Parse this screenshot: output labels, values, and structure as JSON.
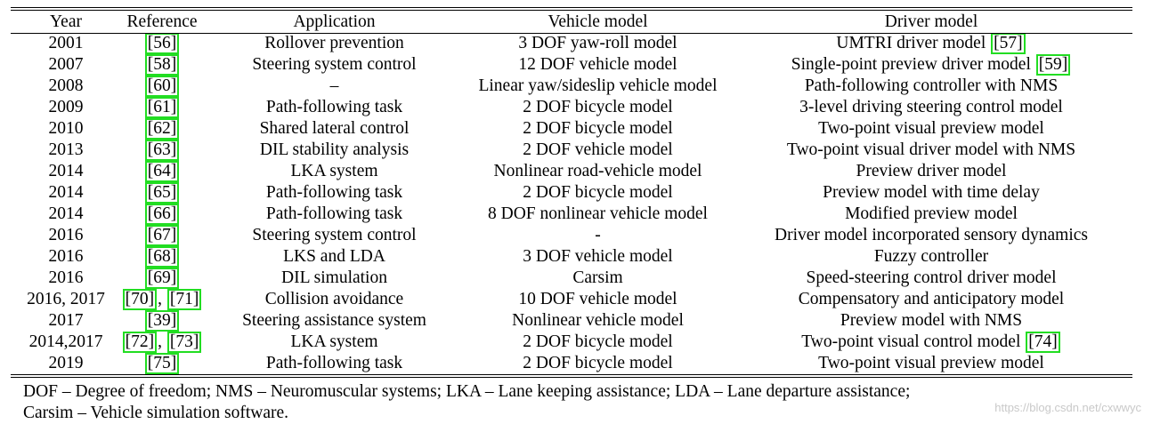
{
  "table": {
    "headers": [
      "Year",
      "Reference",
      "Application",
      "Vehicle model",
      "Driver model"
    ],
    "rows": [
      {
        "year": "2001",
        "refs": [
          "56"
        ],
        "application": "Rollover prevention",
        "vehicle": "3 DOF yaw-roll model",
        "driver": "UMTRI driver model",
        "driver_ref": "57"
      },
      {
        "year": "2007",
        "refs": [
          "58"
        ],
        "application": "Steering system control",
        "vehicle": "12 DOF vehicle model",
        "driver": "Single-point preview driver model",
        "driver_ref": "59"
      },
      {
        "year": "2008",
        "refs": [
          "60"
        ],
        "application": "–",
        "vehicle": "Linear yaw/sideslip vehicle model",
        "driver": "Path-following controller with NMS"
      },
      {
        "year": "2009",
        "refs": [
          "61"
        ],
        "application": "Path-following task",
        "vehicle": "2 DOF bicycle model",
        "driver": "3-level driving steering control model"
      },
      {
        "year": "2010",
        "refs": [
          "62"
        ],
        "application": "Shared lateral control",
        "vehicle": "2 DOF bicycle model",
        "driver": "Two-point visual preview model"
      },
      {
        "year": "2013",
        "refs": [
          "63"
        ],
        "application": "DIL stability analysis",
        "vehicle": "2 DOF vehicle model",
        "driver": "Two-point visual driver model with NMS"
      },
      {
        "year": "2014",
        "refs": [
          "64"
        ],
        "application": "LKA system",
        "vehicle": "Nonlinear road-vehicle model",
        "driver": "Preview driver model"
      },
      {
        "year": "2014",
        "refs": [
          "65"
        ],
        "application": "Path-following task",
        "vehicle": "2 DOF bicycle model",
        "driver": "Preview model with time delay"
      },
      {
        "year": "2014",
        "refs": [
          "66"
        ],
        "application": "Path-following task",
        "vehicle": "8 DOF nonlinear vehicle model",
        "driver": "Modified preview model"
      },
      {
        "year": "2016",
        "refs": [
          "67"
        ],
        "application": "Steering system control",
        "vehicle": "-",
        "driver": "Driver model incorporated sensory dynamics"
      },
      {
        "year": "2016",
        "refs": [
          "68"
        ],
        "application": "LKS and LDA",
        "vehicle": "3 DOF vehicle model",
        "driver": "Fuzzy controller"
      },
      {
        "year": "2016",
        "refs": [
          "69"
        ],
        "application": "DIL simulation",
        "vehicle": "Carsim",
        "driver": "Speed-steering control driver model"
      },
      {
        "year": "2016, 2017",
        "refs": [
          "70",
          "71"
        ],
        "application": "Collision avoidance",
        "vehicle": "10 DOF vehicle model",
        "driver": "Compensatory and anticipatory model"
      },
      {
        "year": "2017",
        "refs": [
          "39"
        ],
        "application": "Steering assistance system",
        "vehicle": "Nonlinear vehicle model",
        "driver": "Preview model with NMS"
      },
      {
        "year": "2014,2017",
        "refs": [
          "72",
          "73"
        ],
        "application": "LKA system",
        "vehicle": "2 DOF bicycle model",
        "driver": "Two-point visual control model",
        "driver_ref": "74"
      },
      {
        "year": "2019",
        "refs": [
          "75"
        ],
        "application": "Path-following task",
        "vehicle": "2 DOF bicycle model",
        "driver": "Two-point visual preview model"
      }
    ]
  },
  "footnote": {
    "line1": "DOF – Degree of freedom; NMS – Neuromuscular systems; LKA – Lane keeping assistance; LDA – Lane departure assistance;",
    "line2": "Carsim – Vehicle simulation software."
  },
  "watermark": "https://blog.csdn.net/cxwwyc",
  "colors": {
    "reference_box": "#22dd22",
    "text": "#000000",
    "watermark": "#c9c9c9"
  }
}
